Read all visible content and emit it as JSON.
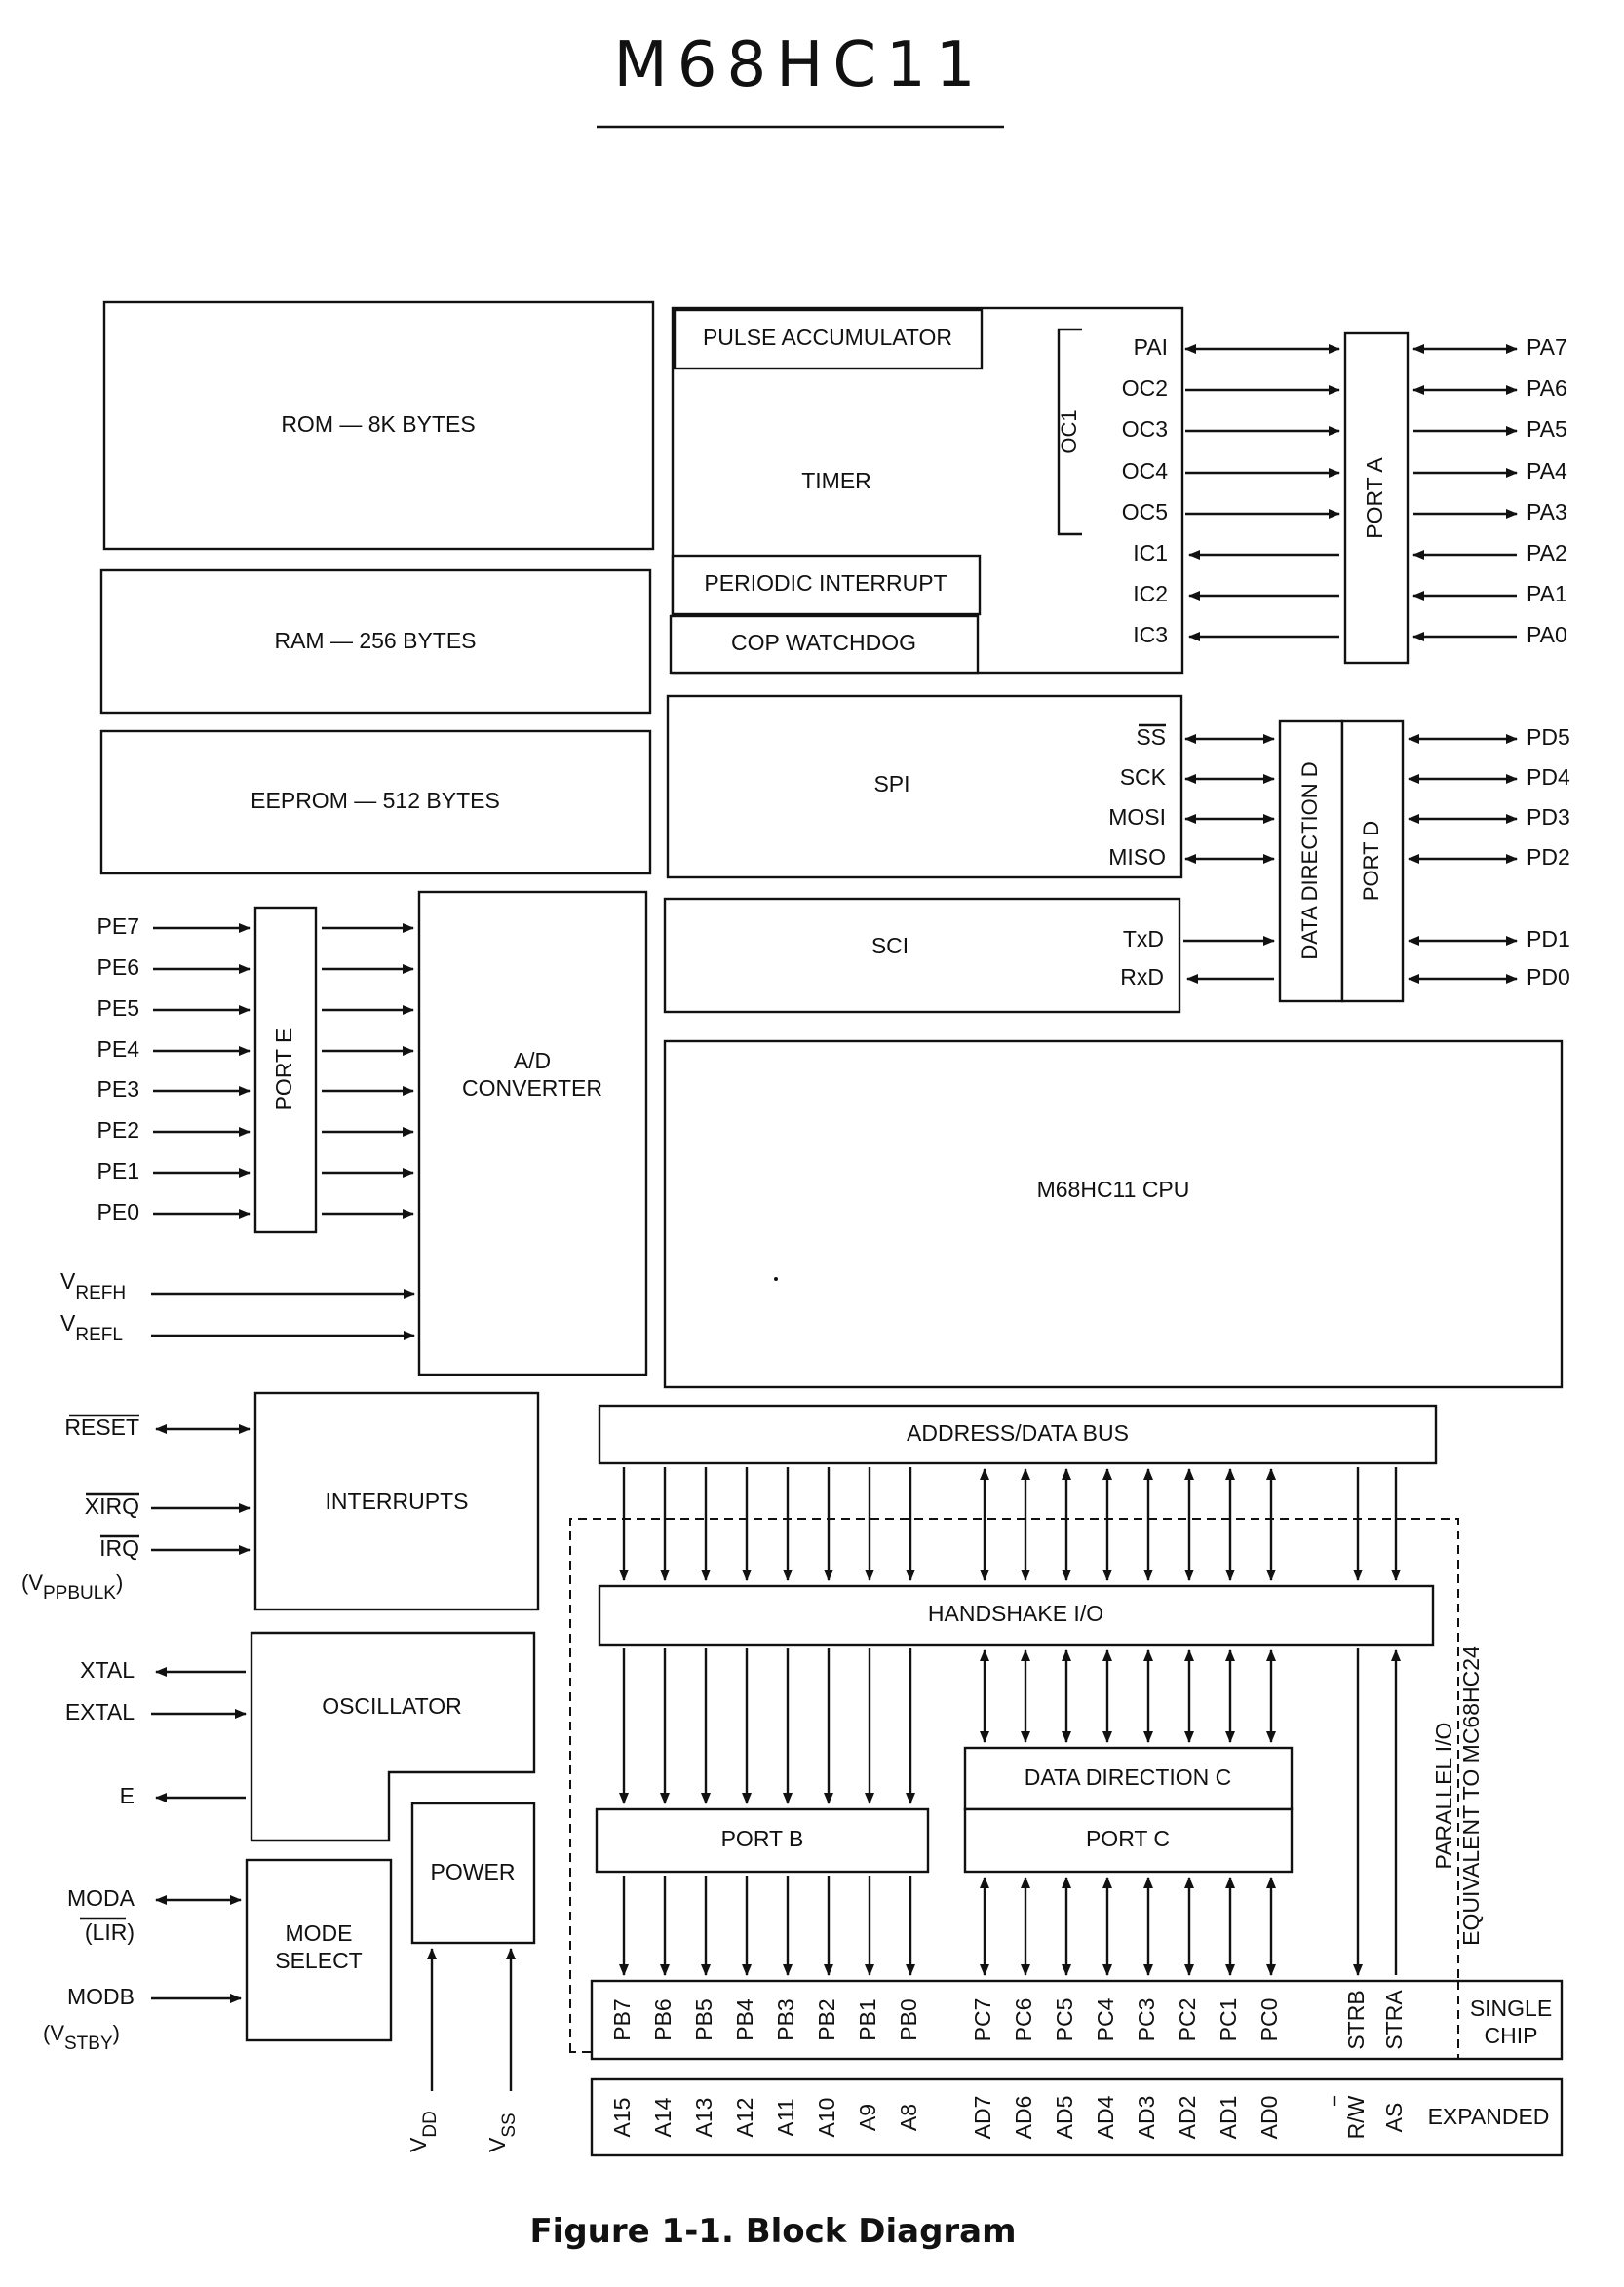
{
  "handwritten_title": "M68HC11",
  "caption": "Figure 1-1. Block Diagram",
  "memory": {
    "rom": "ROM — 8K BYTES",
    "ram": "RAM — 256 BYTES",
    "eeprom": "EEPROM — 512 BYTES"
  },
  "timer": {
    "pulse_accumulator": "PULSE ACCUMULATOR",
    "timer": "TIMER",
    "periodic_interrupt": "PERIODIC INTERRUPT",
    "cop_watchdog": "COP WATCHDOG",
    "oc1": "OC1",
    "pins": [
      "PAI",
      "OC2",
      "OC3",
      "OC4",
      "OC5",
      "IC1",
      "IC2",
      "IC3"
    ]
  },
  "port_a": {
    "label": "PORT A",
    "pins": [
      "PA7",
      "PA6",
      "PA5",
      "PA4",
      "PA3",
      "PA2",
      "PA1",
      "PA0"
    ]
  },
  "spi": {
    "label": "SPI",
    "pins": [
      "SS",
      "SCK",
      "MOSI",
      "MISO"
    ]
  },
  "sci": {
    "label": "SCI",
    "pins": [
      "TxD",
      "RxD"
    ]
  },
  "port_d": {
    "ddr_label": "DATA DIRECTION D",
    "label": "PORT D",
    "pins": [
      "PD5",
      "PD4",
      "PD3",
      "PD2",
      "PD1",
      "PD0"
    ]
  },
  "port_e": {
    "label": "PORT E",
    "pins": [
      "PE7",
      "PE6",
      "PE5",
      "PE4",
      "PE3",
      "PE2",
      "PE1",
      "PE0"
    ]
  },
  "adc": {
    "line1": "A/D",
    "line2": "CONVERTER",
    "vrefh_main": "V",
    "vrefh_sub": "REFH",
    "vrefl_main": "V",
    "vrefl_sub": "REFL"
  },
  "cpu": "M68HC11 CPU",
  "interrupts": {
    "label": "INTERRUPTS",
    "reset": "RESET",
    "xirq": "XIRQ",
    "irq": "IRQ",
    "vppbulk_open": "(V",
    "vppbulk_sub": "PPBULK",
    "vppbulk_close": ")"
  },
  "oscillator": {
    "label": "OSCILLATOR",
    "xtal": "XTAL",
    "extal": "EXTAL",
    "e": "E"
  },
  "power": {
    "label": "POWER",
    "vdd_main": "V",
    "vdd_sub": "DD",
    "vss_main": "V",
    "vss_sub": "SS"
  },
  "mode_select": {
    "line1": "MODE",
    "line2": "SELECT",
    "moda": "MODA",
    "lir": "(LIR)",
    "modb": "MODB",
    "vstby_open": "(V",
    "vstby_sub": "STBY",
    "vstby_close": ")"
  },
  "address_data_bus": "ADDRESS/DATA BUS",
  "handshake_io": "HANDSHAKE I/O",
  "data_direction_c": "DATA DIRECTION C",
  "port_b": "PORT B",
  "port_c": "PORT C",
  "parallel_io_line1": "PARALLEL I/O",
  "parallel_io_line2": "EQUIVALENT TO MC68HC24",
  "single_chip": {
    "pins_b": [
      "PB7",
      "PB6",
      "PB5",
      "PB4",
      "PB3",
      "PB2",
      "PB1",
      "PB0"
    ],
    "pins_c": [
      "PC7",
      "PC6",
      "PC5",
      "PC4",
      "PC3",
      "PC2",
      "PC1",
      "PC0"
    ],
    "strb": "STRB",
    "stra": "STRA",
    "label_line1": "SINGLE",
    "label_line2": "CHIP"
  },
  "expanded": {
    "pins_b": [
      "A15",
      "A14",
      "A13",
      "A12",
      "A11",
      "A10",
      "A9",
      "A8"
    ],
    "pins_c": [
      "AD7",
      "AD6",
      "AD5",
      "AD4",
      "AD3",
      "AD2",
      "AD1",
      "AD0"
    ],
    "rw": "R/W",
    "as": "AS",
    "label": "EXPANDED"
  }
}
